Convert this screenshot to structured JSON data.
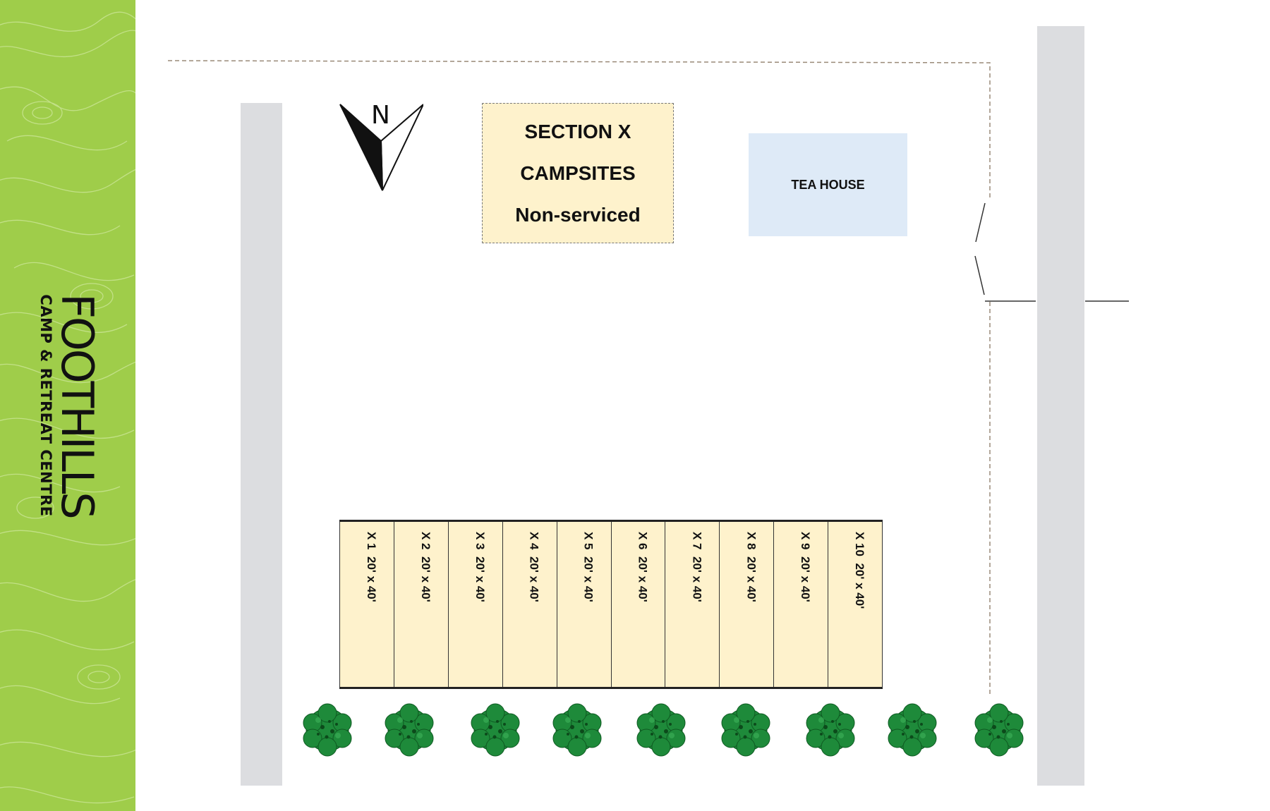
{
  "brand": {
    "name": "FOOTHILLS",
    "tagline": "CAMP & RETREAT CENTRE"
  },
  "compass": {
    "label": "N"
  },
  "section": {
    "line1": "SECTION X",
    "line2": "CAMPSITES",
    "line3": "Non-serviced"
  },
  "tea_house": {
    "label": "TEA HOUSE"
  },
  "campsites": [
    {
      "id": "X 1",
      "size": "20' x 40'"
    },
    {
      "id": "X 2",
      "size": "20' x 40'"
    },
    {
      "id": "X 3",
      "size": "20' x 40'"
    },
    {
      "id": "X 4",
      "size": "20' x 40'"
    },
    {
      "id": "X 5",
      "size": "20' x 40'"
    },
    {
      "id": "X 6",
      "size": "20' x 40'"
    },
    {
      "id": "X 7",
      "size": "20' x 40'"
    },
    {
      "id": "X 8",
      "size": "20' x 40'"
    },
    {
      "id": "X 9",
      "size": "20' x 40'"
    },
    {
      "id": "X 10",
      "size": "20' x 40'"
    }
  ],
  "trees": {
    "count": 9
  },
  "colors": {
    "sidebar": "#9fcd4a",
    "road": "#dcdde0",
    "campsite_fill": "#fef2cc",
    "tea_house_fill": "#deeaf7",
    "tree": "#1e8a3a"
  }
}
